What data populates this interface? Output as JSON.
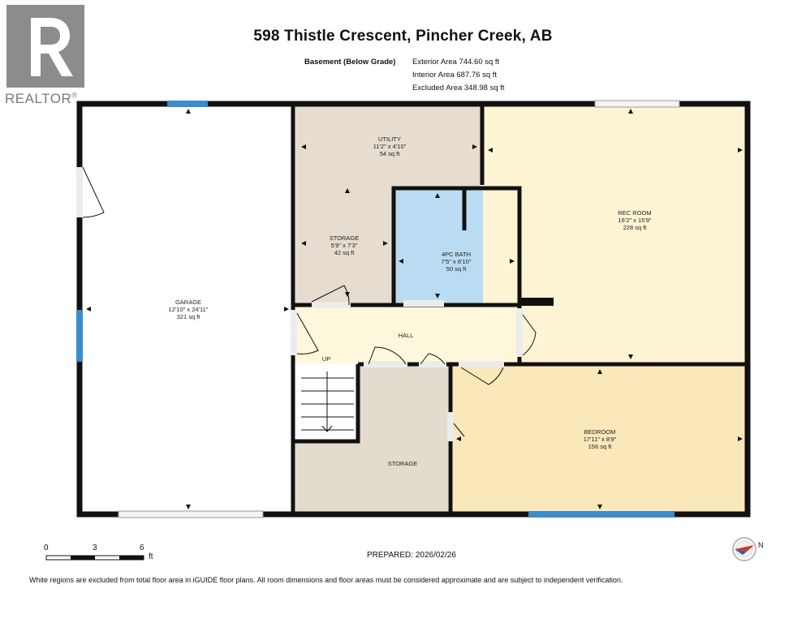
{
  "header": {
    "title": "598 Thistle Crescent, Pincher Creek, AB",
    "level_label": "Basement (Below Grade)",
    "exterior_area": "Exterior Area 744.60 sq ft",
    "interior_area": "Interior Area 687.76 sq ft",
    "excluded_area": "Excluded Area 348.98 sq ft"
  },
  "logo": {
    "text": "REALTOR",
    "mark": "®",
    "icon": "realtor-r-icon"
  },
  "rooms": {
    "garage": {
      "name": "GARAGE",
      "dims": "12'10\" x 24'11\"",
      "area": "321 sq ft"
    },
    "utility": {
      "name": "UTILITY",
      "dims": "11'2\" x 4'10\"",
      "area": "54 sq ft"
    },
    "storage1": {
      "name": "STORAGE",
      "dims": "5'9\" x 7'3\"",
      "area": "42 sq ft"
    },
    "bath": {
      "name": "4PC BATH",
      "dims": "7'5\" x 6'10\"",
      "area": "50 sq ft"
    },
    "rec": {
      "name": "REC ROOM",
      "dims": "16'2\" x 15'9\"",
      "area": "228 sq ft"
    },
    "hall": {
      "name": "HALL"
    },
    "up": {
      "name": "UP"
    },
    "storage2": {
      "name": "STORAGE"
    },
    "bedroom": {
      "name": "BEDROOM",
      "dims": "17'11\" x 8'9\"",
      "area": "156 sq ft"
    }
  },
  "scale": {
    "t0": "0",
    "t1": "3",
    "t2": "6",
    "unit": "ft"
  },
  "prepared": "PREPARED: 2026/02/26",
  "compass": {
    "label": "N",
    "icon": "compass-icon"
  },
  "footer": "White regions are excluded from total floor area in iGUIDE floor plans. All room dimensions and floor areas must be considered approximate and are subject to independent verification.",
  "colors": {
    "utility": "#e6dcd0",
    "storage": "#e4dbcf",
    "bath": "#b9dcf2",
    "rec": "#fdf4d4",
    "hall": "#fdf7dc",
    "bedroom": "#fae7ba",
    "window": "#3b8ccc",
    "wall": "#111111"
  }
}
